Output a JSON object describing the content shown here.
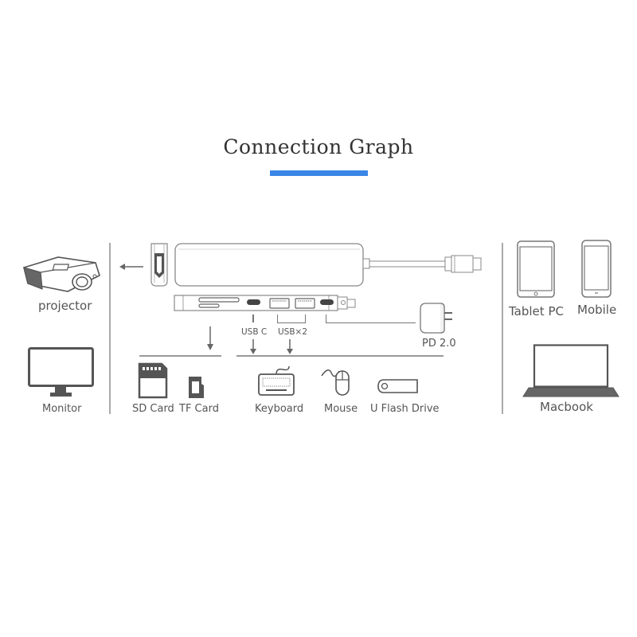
{
  "title": "Connection Graph",
  "accent_color": "#3a86e6",
  "left_devices": {
    "projector": "projector",
    "monitor": "Monitor"
  },
  "hub_ports": {
    "usb_c": "USB C",
    "usb_x2": "USB×2",
    "pd": "PD 2.0"
  },
  "card_devices": {
    "sd_card": "SD Card",
    "tf_card": "TF Card"
  },
  "usb_devices": {
    "keyboard": "Keyboard",
    "mouse": "Mouse",
    "flash_drive": "U Flash Drive"
  },
  "right_devices": {
    "tablet": "Tablet PC",
    "mobile": "Mobile",
    "macbook": "Macbook"
  }
}
